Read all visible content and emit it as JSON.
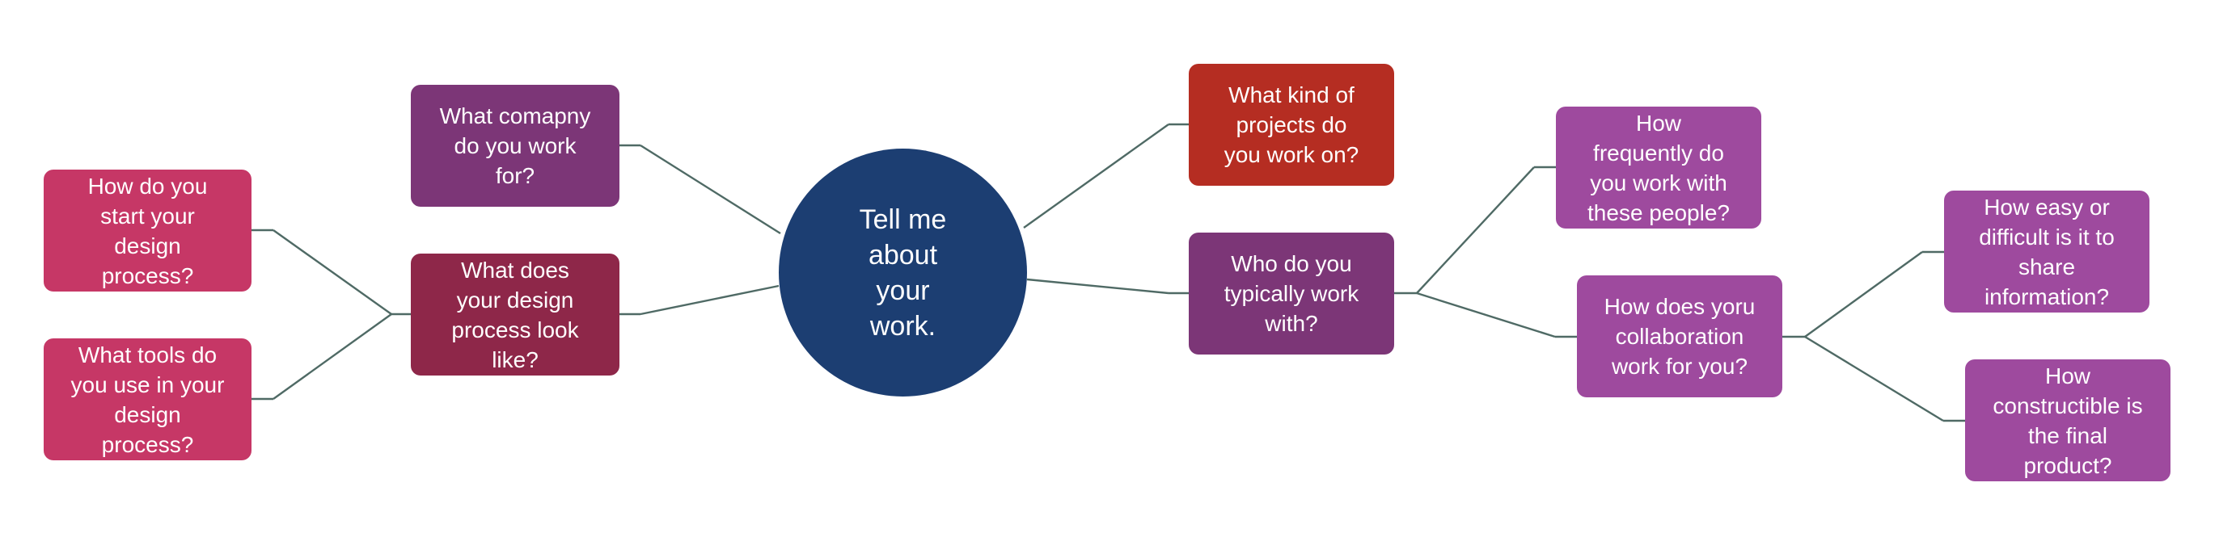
{
  "colors": {
    "center": "#1c3e72",
    "red": "#b52d22",
    "crimson": "#8e2749",
    "pink": "#c63766",
    "plum": "#7c3677",
    "violet": "#9e4a9e",
    "connector": "#4f6a65"
  },
  "center": {
    "label": "Tell me\nabout\nyour\nwork."
  },
  "left": {
    "company": {
      "label": "What comapny\ndo you work\nfor?"
    },
    "process": {
      "label": "What does\nyour design\nprocess look\nlike?"
    },
    "start": {
      "label": "How do you\nstart your\ndesign\nprocess?"
    },
    "tools": {
      "label": "What tools do\nyou use in your\ndesign\nprocess?"
    }
  },
  "right": {
    "projects": {
      "label": "What kind of\nprojects do\nyou work on?"
    },
    "who": {
      "label": "Who do you\ntypically work\nwith?"
    },
    "frequency": {
      "label": "How\nfrequently do\nyou work with\nthese people?"
    },
    "collaboration": {
      "label": "How does yoru\ncollaboration\nwork for you?"
    },
    "share": {
      "label": "How easy or\ndifficult is it to\nshare\ninformation?"
    },
    "constructible": {
      "label": "How\nconstructible is\nthe final\nproduct?"
    }
  }
}
